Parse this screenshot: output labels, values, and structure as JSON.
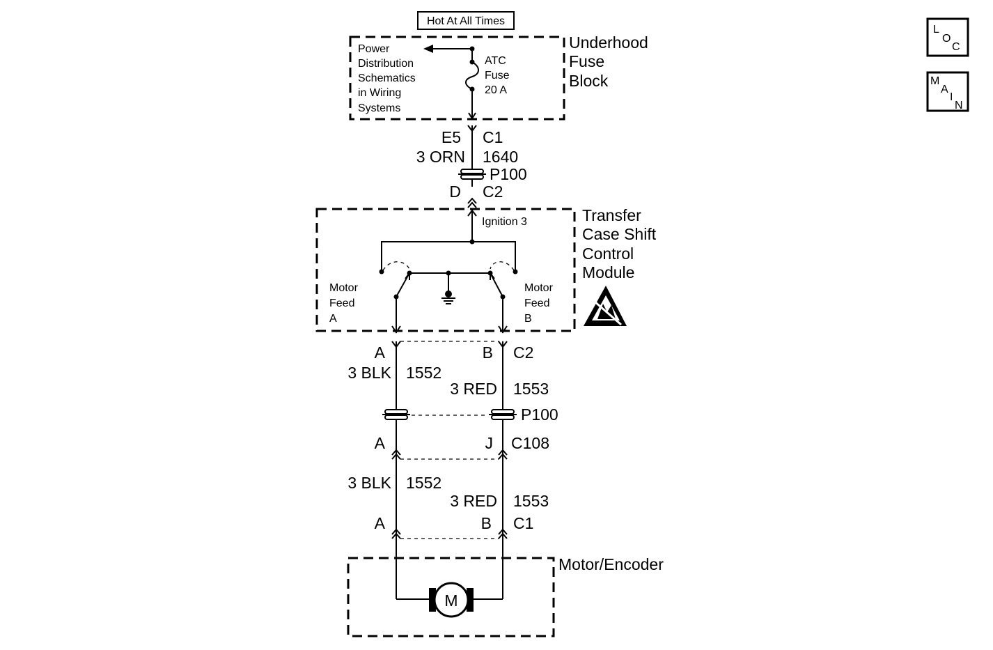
{
  "header": {
    "power_note": "Hot At All Times"
  },
  "nav": {
    "loc": [
      "L",
      "O",
      "C"
    ],
    "main": [
      "M",
      "A",
      "I",
      "N"
    ]
  },
  "fuse_block": {
    "title_lines": [
      "Underhood",
      "Fuse",
      "Block"
    ],
    "ref_lines": [
      "Power",
      "Distribution",
      "Schematics",
      "in Wiring",
      "Systems"
    ],
    "fuse_lines": [
      "ATC",
      "Fuse",
      "20 A"
    ]
  },
  "feed": {
    "pin_top": "E5",
    "conn_top": "C1",
    "wire_color": "3 ORN",
    "circuit": "1640",
    "inline_conn": "P100",
    "pin_bottom": "D",
    "conn_bottom": "C2"
  },
  "module": {
    "title_lines": [
      "Transfer",
      "Case Shift",
      "Control",
      "Module"
    ],
    "ignition_label": "Ignition 3",
    "motor_feed_a": [
      "Motor",
      "Feed",
      "A"
    ],
    "motor_feed_b": [
      "Motor",
      "Feed",
      "B"
    ]
  },
  "harness": {
    "c2_pin_a": "A",
    "c2_pin_b": "B",
    "c2_label": "C2",
    "wire_a_color": "3 BLK",
    "wire_a_circuit": "1552",
    "wire_b_color": "3 RED",
    "wire_b_circuit": "1553",
    "inline_conn": "P100",
    "c108_pin_a": "A",
    "c108_pin_b": "J",
    "c108_label": "C108",
    "wire_a2_color": "3 BLK",
    "wire_a2_circuit": "1552",
    "wire_b2_color": "3 RED",
    "wire_b2_circuit": "1553",
    "c1_pin_a": "A",
    "c1_pin_b": "B",
    "c1_label": "C1"
  },
  "motor": {
    "title": "Motor/Encoder",
    "symbol": "M"
  }
}
